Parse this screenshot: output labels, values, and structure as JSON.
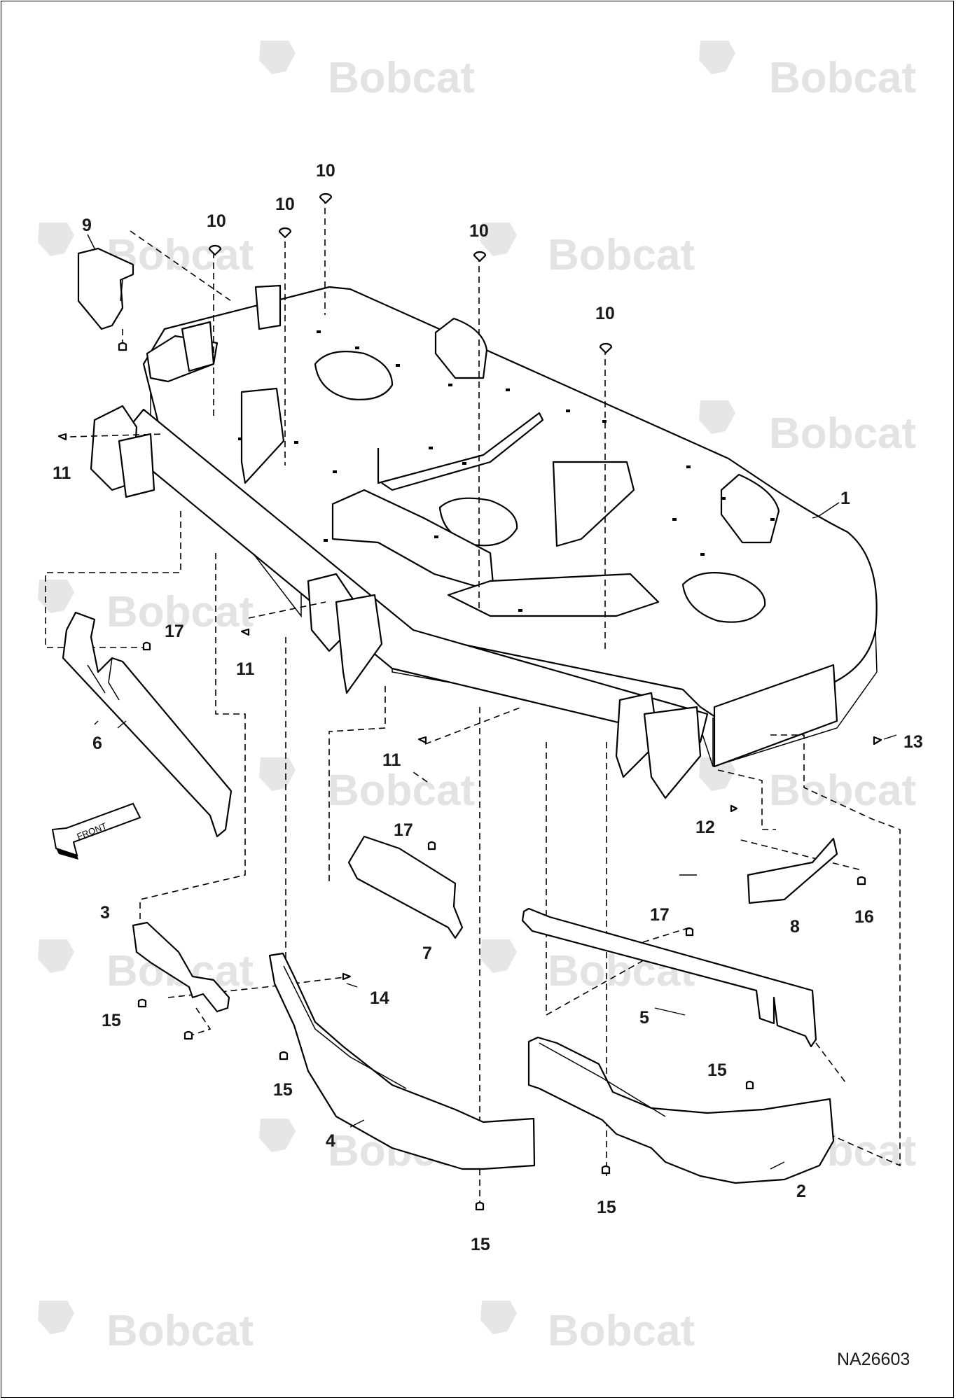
{
  "watermark": {
    "brand": "Bobcat",
    "color": "#e3e3e3"
  },
  "diagram_code": "NA26603",
  "front_arrow_label": "FRONT",
  "callouts": {
    "c1": "1",
    "c2": "2",
    "c3": "3",
    "c4": "4",
    "c5": "5",
    "c6": "6",
    "c7": "7",
    "c8": "8",
    "c9": "9",
    "c10a": "10",
    "c10b": "10",
    "c10c": "10",
    "c10d": "10",
    "c10e": "10",
    "c11a": "11",
    "c11b": "11",
    "c11c": "11",
    "c12": "12",
    "c13": "13",
    "c14": "14",
    "c15a": "15",
    "c15b": "15",
    "c15c": "15",
    "c15d": "15",
    "c15e": "15",
    "c16": "16",
    "c17a": "17",
    "c17b": "17",
    "c17c": "17"
  }
}
